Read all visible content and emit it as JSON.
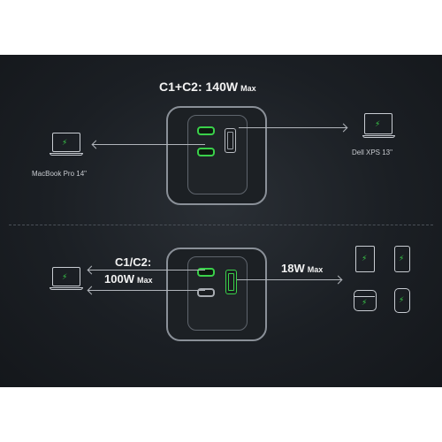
{
  "top": {
    "heading": "C1+C2: 140W",
    "heading_max": "Max",
    "left_device": "MacBook Pro 14\"",
    "right_device": "Dell XPS 13\""
  },
  "bottom": {
    "heading_line1": "C1/C2:",
    "heading_line2": "100W",
    "heading_max": "Max",
    "right_heading": "18W",
    "right_max": "Max"
  },
  "icons": {
    "charge": "lightning-bolt",
    "bolt_glyph": "⚡"
  },
  "colors": {
    "background": "#1b1f24",
    "accent_green": "#3ad14a",
    "outline": "#c8ccd2",
    "text": "#f2f2f2"
  }
}
